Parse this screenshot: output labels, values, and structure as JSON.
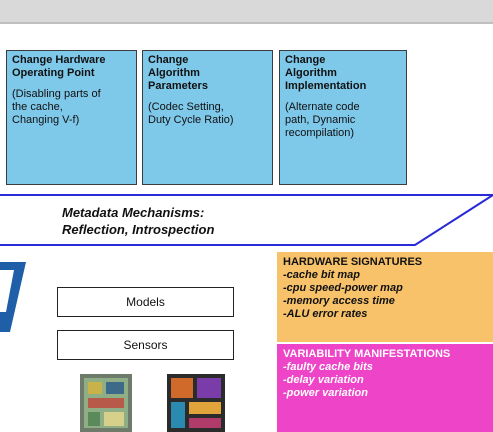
{
  "knobs": [
    {
      "title_1": "Change Hardware",
      "title_2": "Operating Point",
      "desc_1": "(Disabling parts of",
      "desc_2": "the cache,",
      "desc_3": "Changing  V-f)"
    },
    {
      "title_1": "Change",
      "title_2": "Algorithm",
      "title_3": "Parameters",
      "desc_1": "(Codec Setting,",
      "desc_2": "Duty Cycle Ratio)"
    },
    {
      "title_1": "Change",
      "title_2": "Algorithm",
      "title_3": "Implementation",
      "desc_1": "(Alternate code",
      "desc_2": "path, Dynamic",
      "desc_3": "recompilation)"
    }
  ],
  "metadata": {
    "line_1": "Metadata Mechanisms:",
    "line_2": "Reflection, Introspection"
  },
  "stack": {
    "models": "Models",
    "sensors": "Sensors"
  },
  "hardware_signatures": {
    "heading": "HARDWARE SIGNATURES",
    "items": [
      "-cache bit map",
      "-cpu speed-power map",
      "-memory access time",
      "-ALU error rates"
    ]
  },
  "variability": {
    "heading": "VARIABILITY MANIFESTATIONS",
    "items": [
      "-faulty cache bits",
      "-delay variation",
      "-power variation"
    ]
  },
  "colors": {
    "knob_fill": "#7ec8ea",
    "hw_panel": "#f7c26a",
    "var_panel": "#ee44c8",
    "accent_blue": "#1f5fa8"
  }
}
